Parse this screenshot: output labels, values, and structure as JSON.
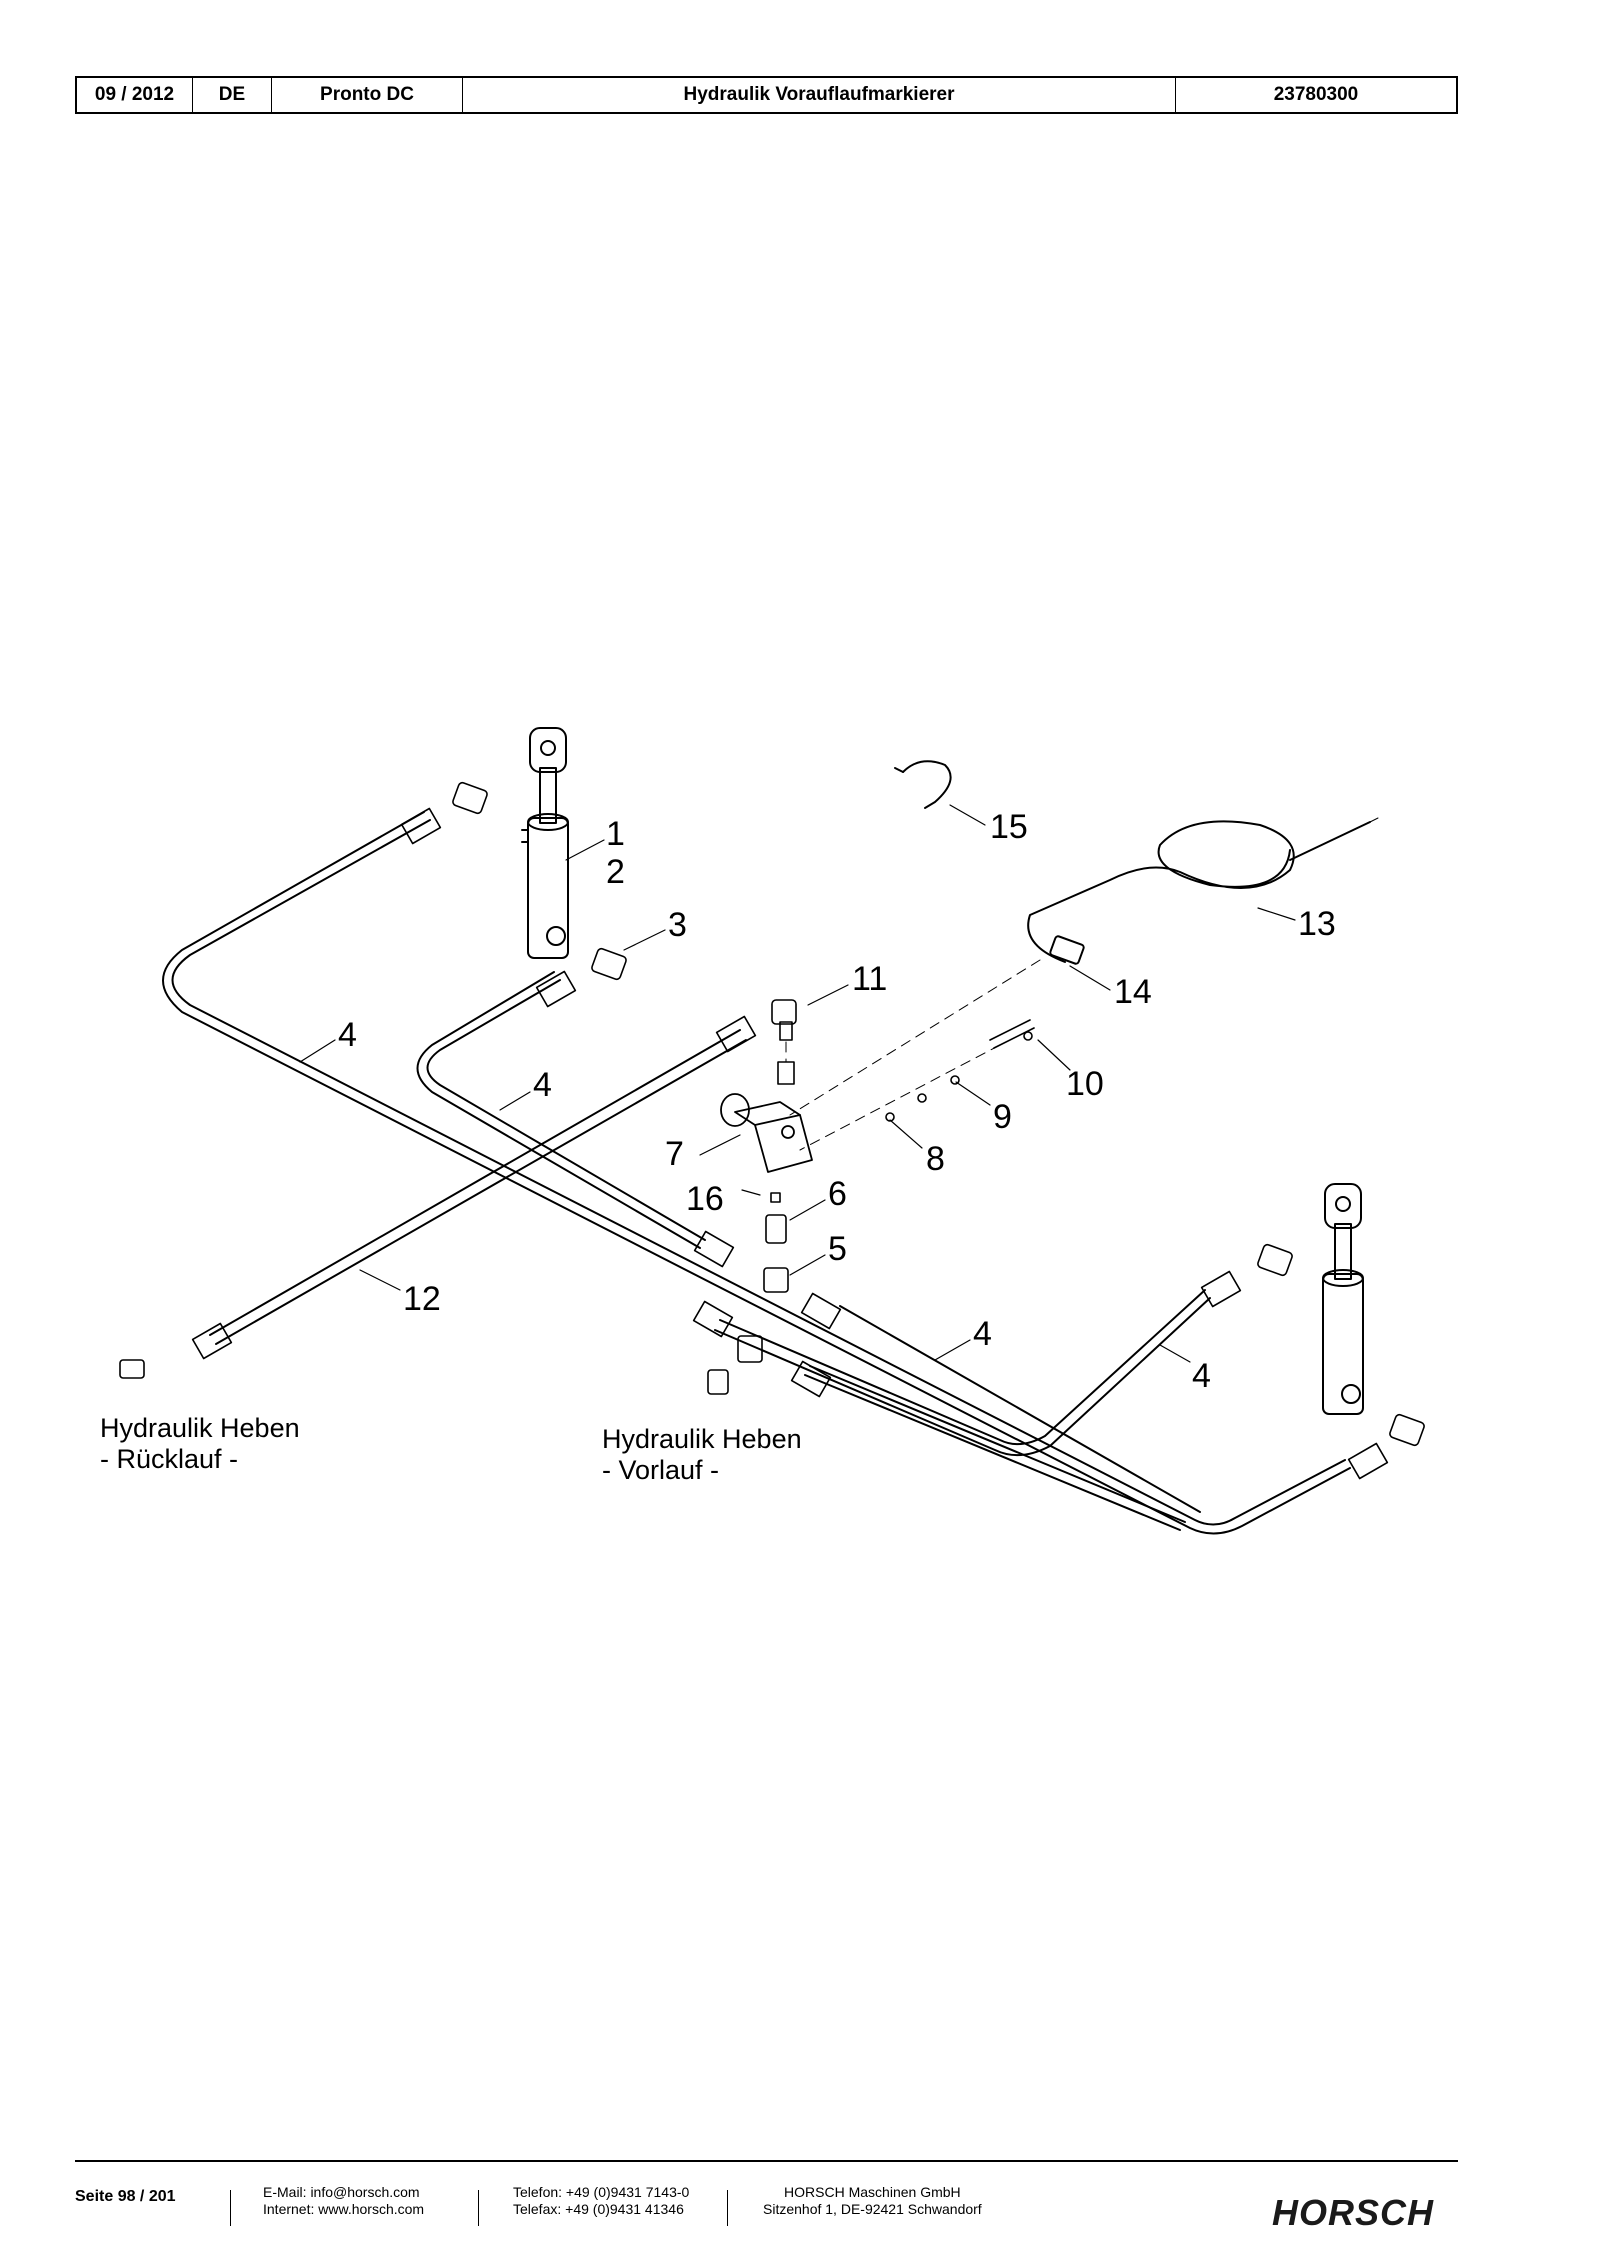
{
  "header": {
    "date": "09 / 2012",
    "lang": "DE",
    "model": "Pronto DC",
    "title": "Hydraulik Vorauflaufmarkierer",
    "code": "23780300"
  },
  "diagram": {
    "callouts": [
      "1",
      "2",
      "3",
      "4",
      "4",
      "4",
      "4",
      "5",
      "6",
      "7",
      "8",
      "9",
      "10",
      "11",
      "12",
      "13",
      "14",
      "15",
      "16"
    ],
    "label_return_1": "Hydraulik Heben",
    "label_return_2": "- Rücklauf -",
    "label_supply_1": "Hydraulik Heben",
    "label_supply_2": "- Vorlauf -"
  },
  "footer": {
    "page": "Seite 98 / 201",
    "email": "E-Mail: info@horsch.com",
    "internet": "Internet: www.horsch.com",
    "phone": "Telefon: +49 (0)9431 7143-0",
    "fax": "Telefax: +49 (0)9431 41346",
    "company": "HORSCH Maschinen GmbH",
    "address": "Sitzenhof 1, DE-92421 Schwandorf",
    "logo": "HORSCH"
  }
}
